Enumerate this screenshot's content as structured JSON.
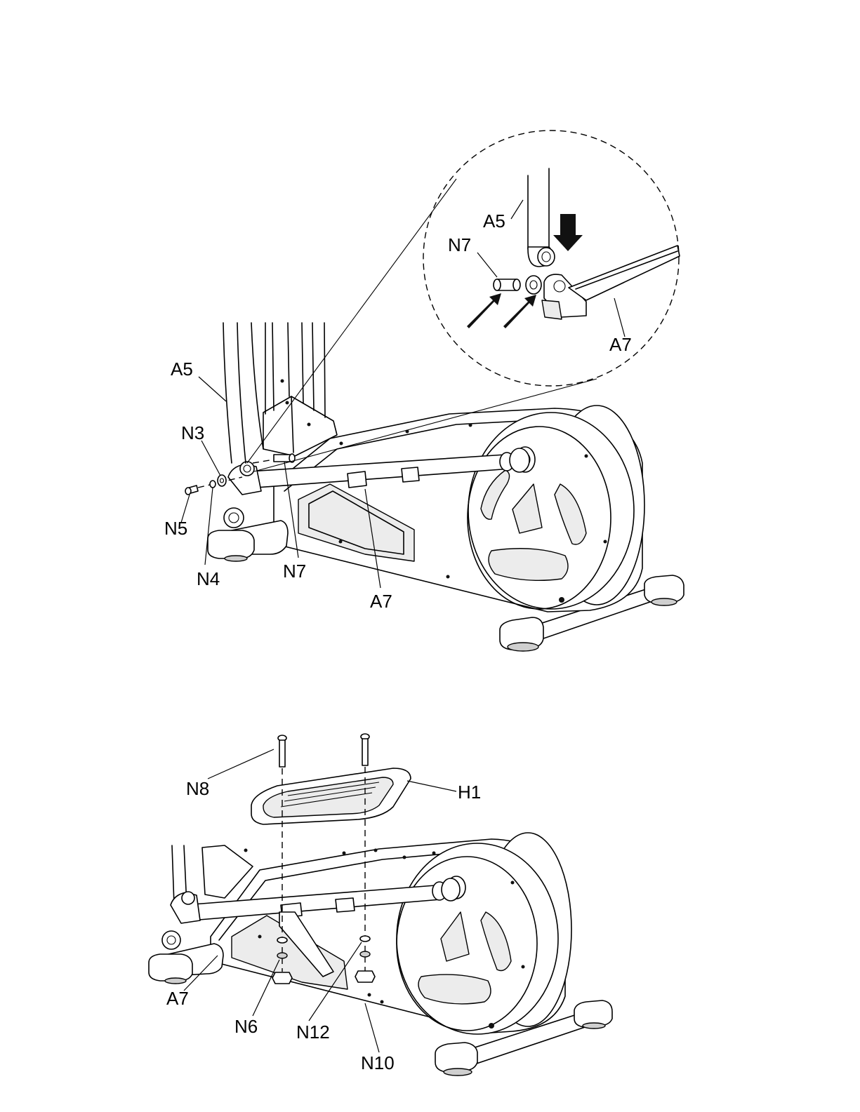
{
  "figure1": {
    "labels": {
      "A5": "A5",
      "N3": "N3",
      "N5": "N5",
      "N4": "N4",
      "N7": "N7",
      "A7": "A7"
    },
    "detail": {
      "labels": {
        "A5": "A5",
        "N7": "N7",
        "A7": "A7"
      }
    }
  },
  "figure2": {
    "labels": {
      "N8": "N8",
      "H1": "H1",
      "A7": "A7",
      "N6": "N6",
      "N12": "N12",
      "N10": "N10"
    }
  }
}
